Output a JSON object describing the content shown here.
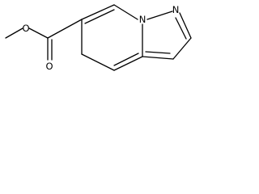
{
  "molecule": {
    "atoms": {
      "ester_oxygen": "O",
      "carbonyl_oxygen": "O",
      "bridgehead_nitrogen": "N",
      "pyrazole_nitrogen": "N"
    }
  }
}
